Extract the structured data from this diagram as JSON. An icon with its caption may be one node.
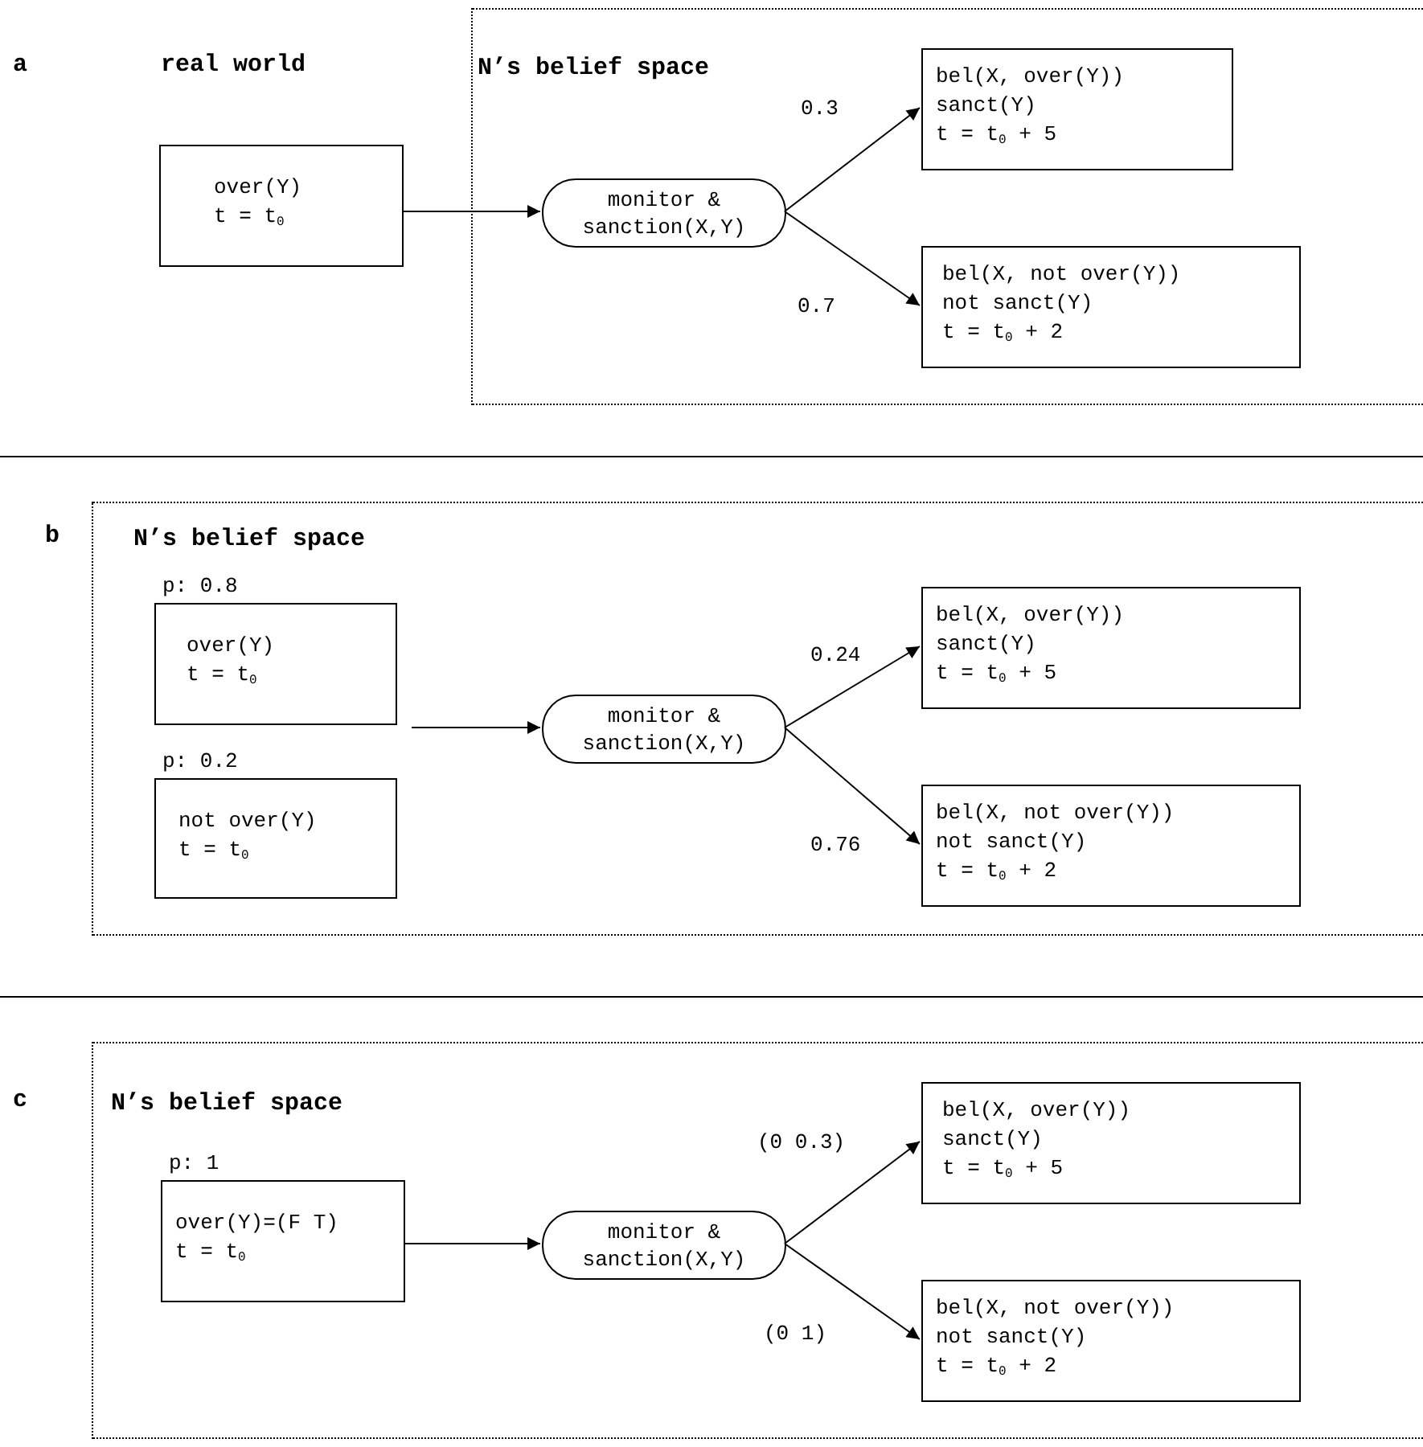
{
  "diagram": {
    "nodes": [
      {
        "text": [
          "over(Y)",
          "t = t$_{0}$"
        ]
      },
      {
        "text": [
          "N’s belief space"
        ]
      },
      {
        "text": [
          "monitor & sanction(X,Y)"
        ],
        "in": 1
      },
      {
        "text": [
          "bel(X, over(Y))",
          "sanct(Y)",
          "t = t$_{0}$ + 5"
        ],
        "in": 1
      },
      {
        "text": [
          "bel(X, not over(Y))",
          "not sanct(Y)",
          "t = t$_{0}$ + 2"
        ],
        "in": 1
      },
      {
        "text": [
          "N’s belief space"
        ]
      },
      {
        "text": [
          "over(Y)",
          "t = t$_{0}$"
        ],
        "in": 5,
        "beside": [
          "p: 0.8"
        ]
      },
      {
        "text": [
          "not over(Y)",
          "t = t$_{0}$"
        ],
        "in": 5,
        "beside": [
          "p: 0.2"
        ]
      },
      {
        "text": [
          "monitor & sanction(X,Y)"
        ],
        "in": 5
      },
      {
        "text": [
          "bel(X, over(Y))",
          "sanct(Y)",
          "t = t$_{0}$ + 5"
        ],
        "in": 5
      },
      {
        "text": [
          "bel(X, not over(Y))",
          "not sanct(Y)",
          "t = t$_{0}$ + 2"
        ],
        "in": 5
      },
      {
        "text": [
          "N’s belief space"
        ]
      },
      {
        "text": [
          "over(Y)=(F T)",
          "t = t$_{0}$"
        ],
        "in": 11,
        "beside": [
          "p: 1"
        ]
      },
      {
        "text": [
          "monitor & sanction(X,Y)"
        ],
        "in": 11
      },
      {
        "text": [
          "bel(X, over(Y))",
          "sanct(Y)",
          "t = t$_{0}$ + 5"
        ],
        "in": 11
      },
      {
        "text": [
          "bel(X, not over(Y))",
          "not sanct(Y)",
          "t = t$_{0}$ + 2"
        ],
        "in": 11
      }
    ],
    "edges": [
      {
        "from": 0,
        "to": 2,
        "arrow": "to"
      },
      {
        "from": 2,
        "to": 3,
        "arrow": "to",
        "label": "0.3"
      },
      {
        "from": 2,
        "to": 4,
        "arrow": "to",
        "label": "0.7"
      },
      {
        "from": 6,
        "to": 8,
        "arrow": "to"
      },
      {
        "from": 8,
        "to": 9,
        "arrow": "to",
        "label": "0.24"
      },
      {
        "from": 8,
        "to": 10,
        "arrow": "to",
        "label": "0.76"
      },
      {
        "from": 12,
        "to": 13,
        "arrow": "to"
      },
      {
        "from": 13,
        "to": 14,
        "arrow": "to",
        "label": "(0 0.3)"
      },
      {
        "from": 13,
        "to": 15,
        "arrow": "to",
        "label": "(0 1)"
      }
    ],
    "labels": [
      "a",
      "real world",
      "b",
      "c"
    ]
  }
}
